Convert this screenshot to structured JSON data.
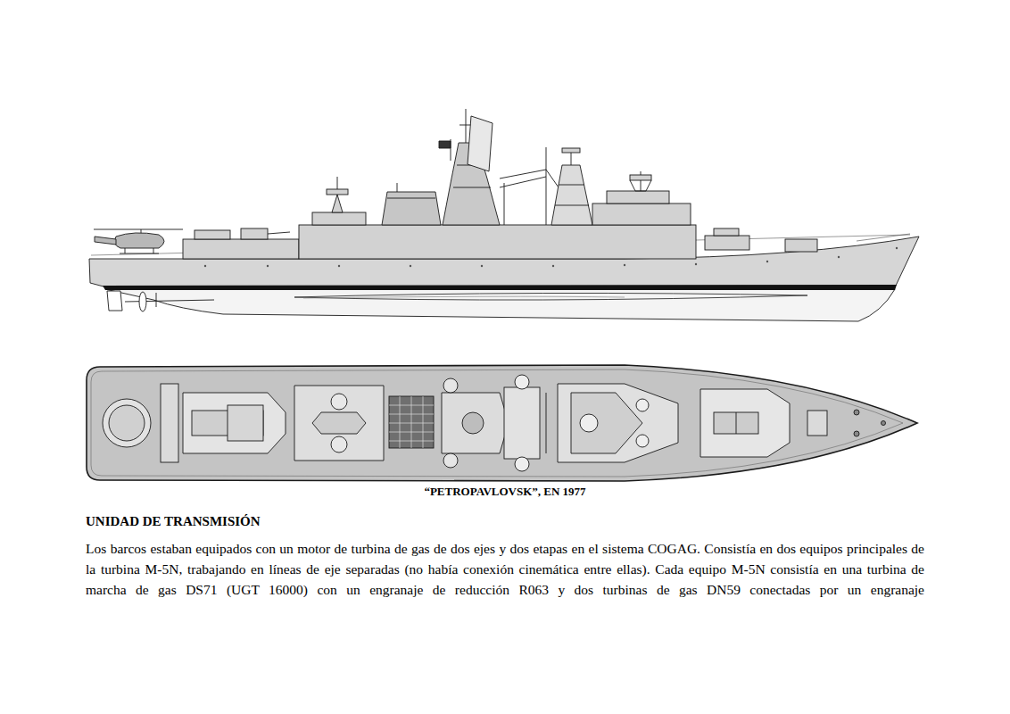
{
  "diagram": {
    "title": "UNIDAD DE TRANSMISIÓN",
    "caption": "“PETROPAVLOVSK”,  EN 1977",
    "labels": [
      "Los barcos estaban equipados con un motor de turbina de gas de dos ejes y dos etapas en el sistema COGAG. Consistía en dos equipos principales de la turbina M-5N, trabajando en líneas de eje separadas (no había conexión cinemática entre ellas). Cada equipo M-5N consistía en una turbina de marcha de gas DS71 (UGT 16000) con un engranaje de reducción R063 y dos turbinas de gas  DN59 conectadas por un engranaje"
    ]
  }
}
